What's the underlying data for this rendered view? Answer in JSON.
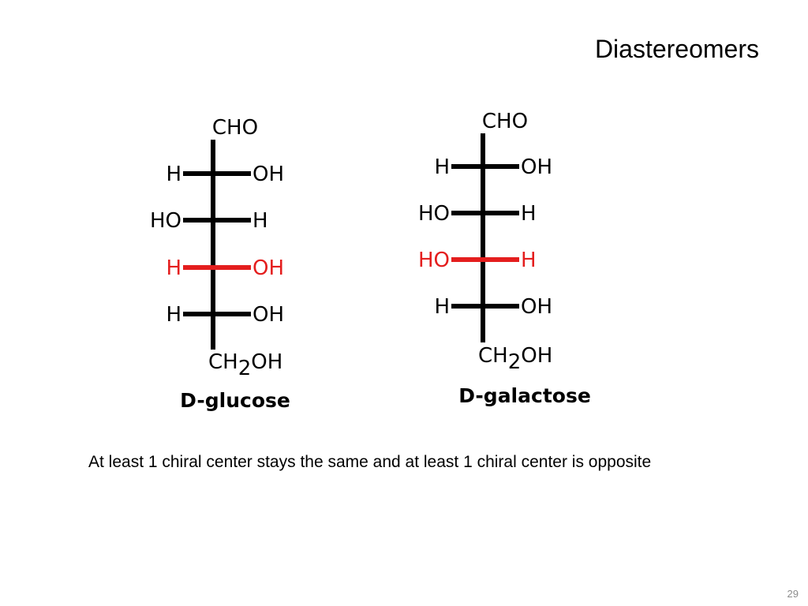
{
  "slide": {
    "title": "Diastereomers",
    "caption": "At least 1 chiral center stays the same and at least 1 chiral center is opposite",
    "page_number": "29"
  },
  "colors": {
    "normal": "#000000",
    "highlight": "#e41e1e"
  },
  "molecules": [
    {
      "id": "glucose",
      "name": "D-glucose",
      "top_group": "CHO",
      "bottom_group": {
        "main": "CH",
        "sub": "2",
        "tail": "OH"
      },
      "rows": [
        {
          "left": "H",
          "right": "OH",
          "highlight": false
        },
        {
          "left": "HO",
          "right": "H",
          "highlight": false
        },
        {
          "left": "H",
          "right": "OH",
          "highlight": true
        },
        {
          "left": "H",
          "right": "OH",
          "highlight": false
        }
      ]
    },
    {
      "id": "galactose",
      "name": "D-galactose",
      "top_group": "CHO",
      "bottom_group": {
        "main": "CH",
        "sub": "2",
        "tail": "OH"
      },
      "rows": [
        {
          "left": "H",
          "right": "OH",
          "highlight": false
        },
        {
          "left": "HO",
          "right": "H",
          "highlight": false
        },
        {
          "left": "HO",
          "right": "H",
          "highlight": true
        },
        {
          "left": "H",
          "right": "OH",
          "highlight": false
        }
      ]
    }
  ]
}
